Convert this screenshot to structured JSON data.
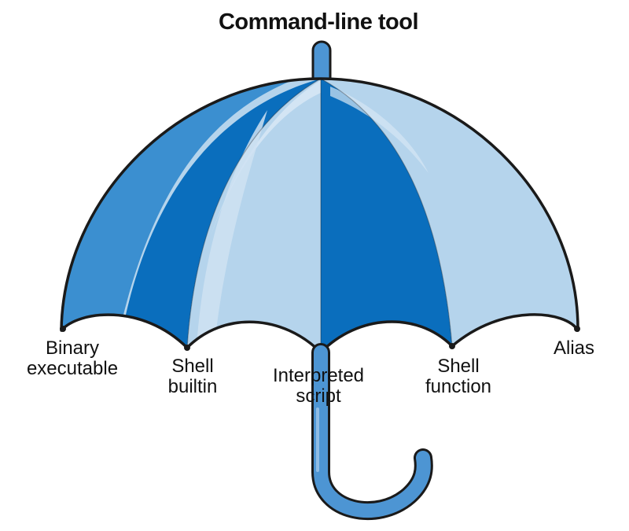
{
  "title": "Command-line tool",
  "categories": [
    {
      "id": "binary",
      "lines": [
        "Binary",
        "executable"
      ]
    },
    {
      "id": "builtin",
      "lines": [
        "Shell",
        "builtin"
      ]
    },
    {
      "id": "script",
      "lines": [
        "Interpreted",
        "script"
      ]
    },
    {
      "id": "function",
      "lines": [
        "Shell",
        "function"
      ]
    },
    {
      "id": "alias",
      "lines": [
        "Alias"
      ]
    }
  ],
  "colors": {
    "panel_medium": "#3b8fd0",
    "panel_dark": "#0a6ebd",
    "panel_light": "#b5d4ec",
    "highlight": "#d6e7f5",
    "handle": "#4d95d3",
    "outline": "#1a1a1a"
  }
}
